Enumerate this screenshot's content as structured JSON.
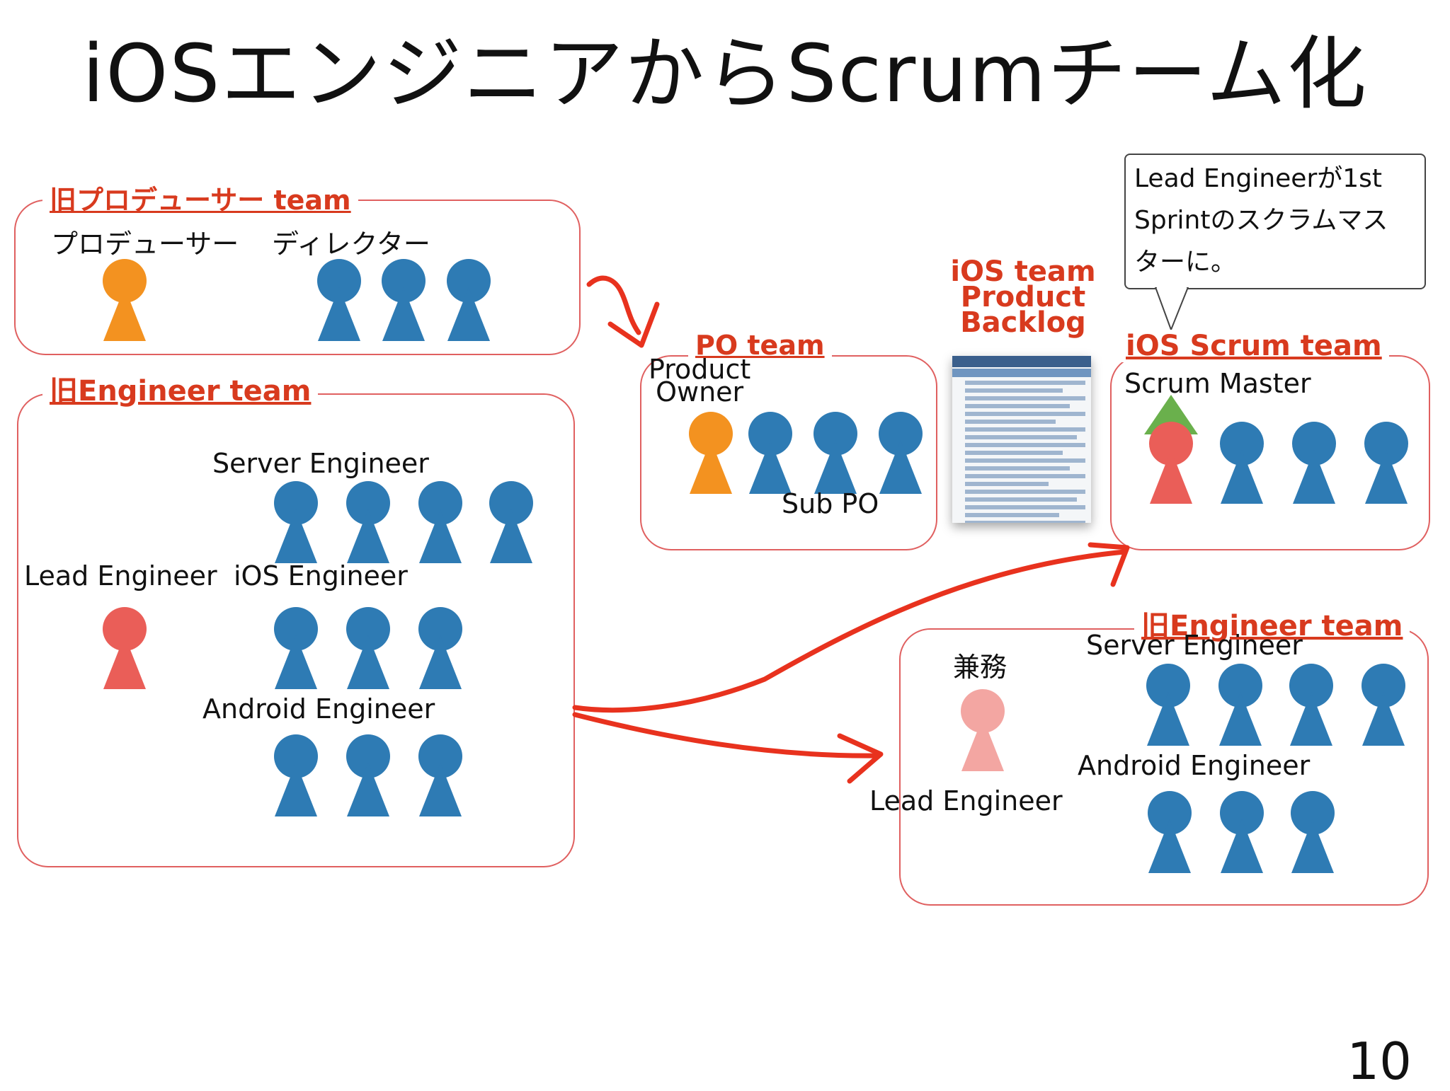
{
  "title": "iOSエンジニアからScrumチーム化",
  "page_number": "10",
  "producer_team": {
    "label": "旧プロデューサー team",
    "roles": {
      "producer": "プロデューサー",
      "director": "ディレクター"
    }
  },
  "old_engineer_team": {
    "label": "旧Engineer team",
    "roles": {
      "server": "Server Engineer",
      "lead": "Lead Engineer",
      "ios": "iOS Engineer",
      "android": "Android Engineer"
    }
  },
  "po_team": {
    "label": "PO team",
    "product_owner": "Product\nOwner",
    "sub_po": "Sub PO"
  },
  "backlog": {
    "label": "iOS team\nProduct\nBacklog"
  },
  "scrum_team": {
    "label": "iOS Scrum team",
    "scrum_master": "Scrum Master"
  },
  "callout": {
    "text": "Lead Engineerが1st\nSprintのスクラムマス\nターに。"
  },
  "new_engineer_team": {
    "label": "旧Engineer team",
    "concurrent": "兼務",
    "server": "Server Engineer",
    "android": "Android Engineer",
    "lead": "Lead Engineer"
  },
  "colors": {
    "accent_red": "#d83a1e",
    "person_blue": "#2e7bb4",
    "person_orange": "#f39220",
    "person_red": "#ea5e58",
    "person_pink": "#f3a6a2",
    "scrum_master_hat": "#6ab04c"
  }
}
